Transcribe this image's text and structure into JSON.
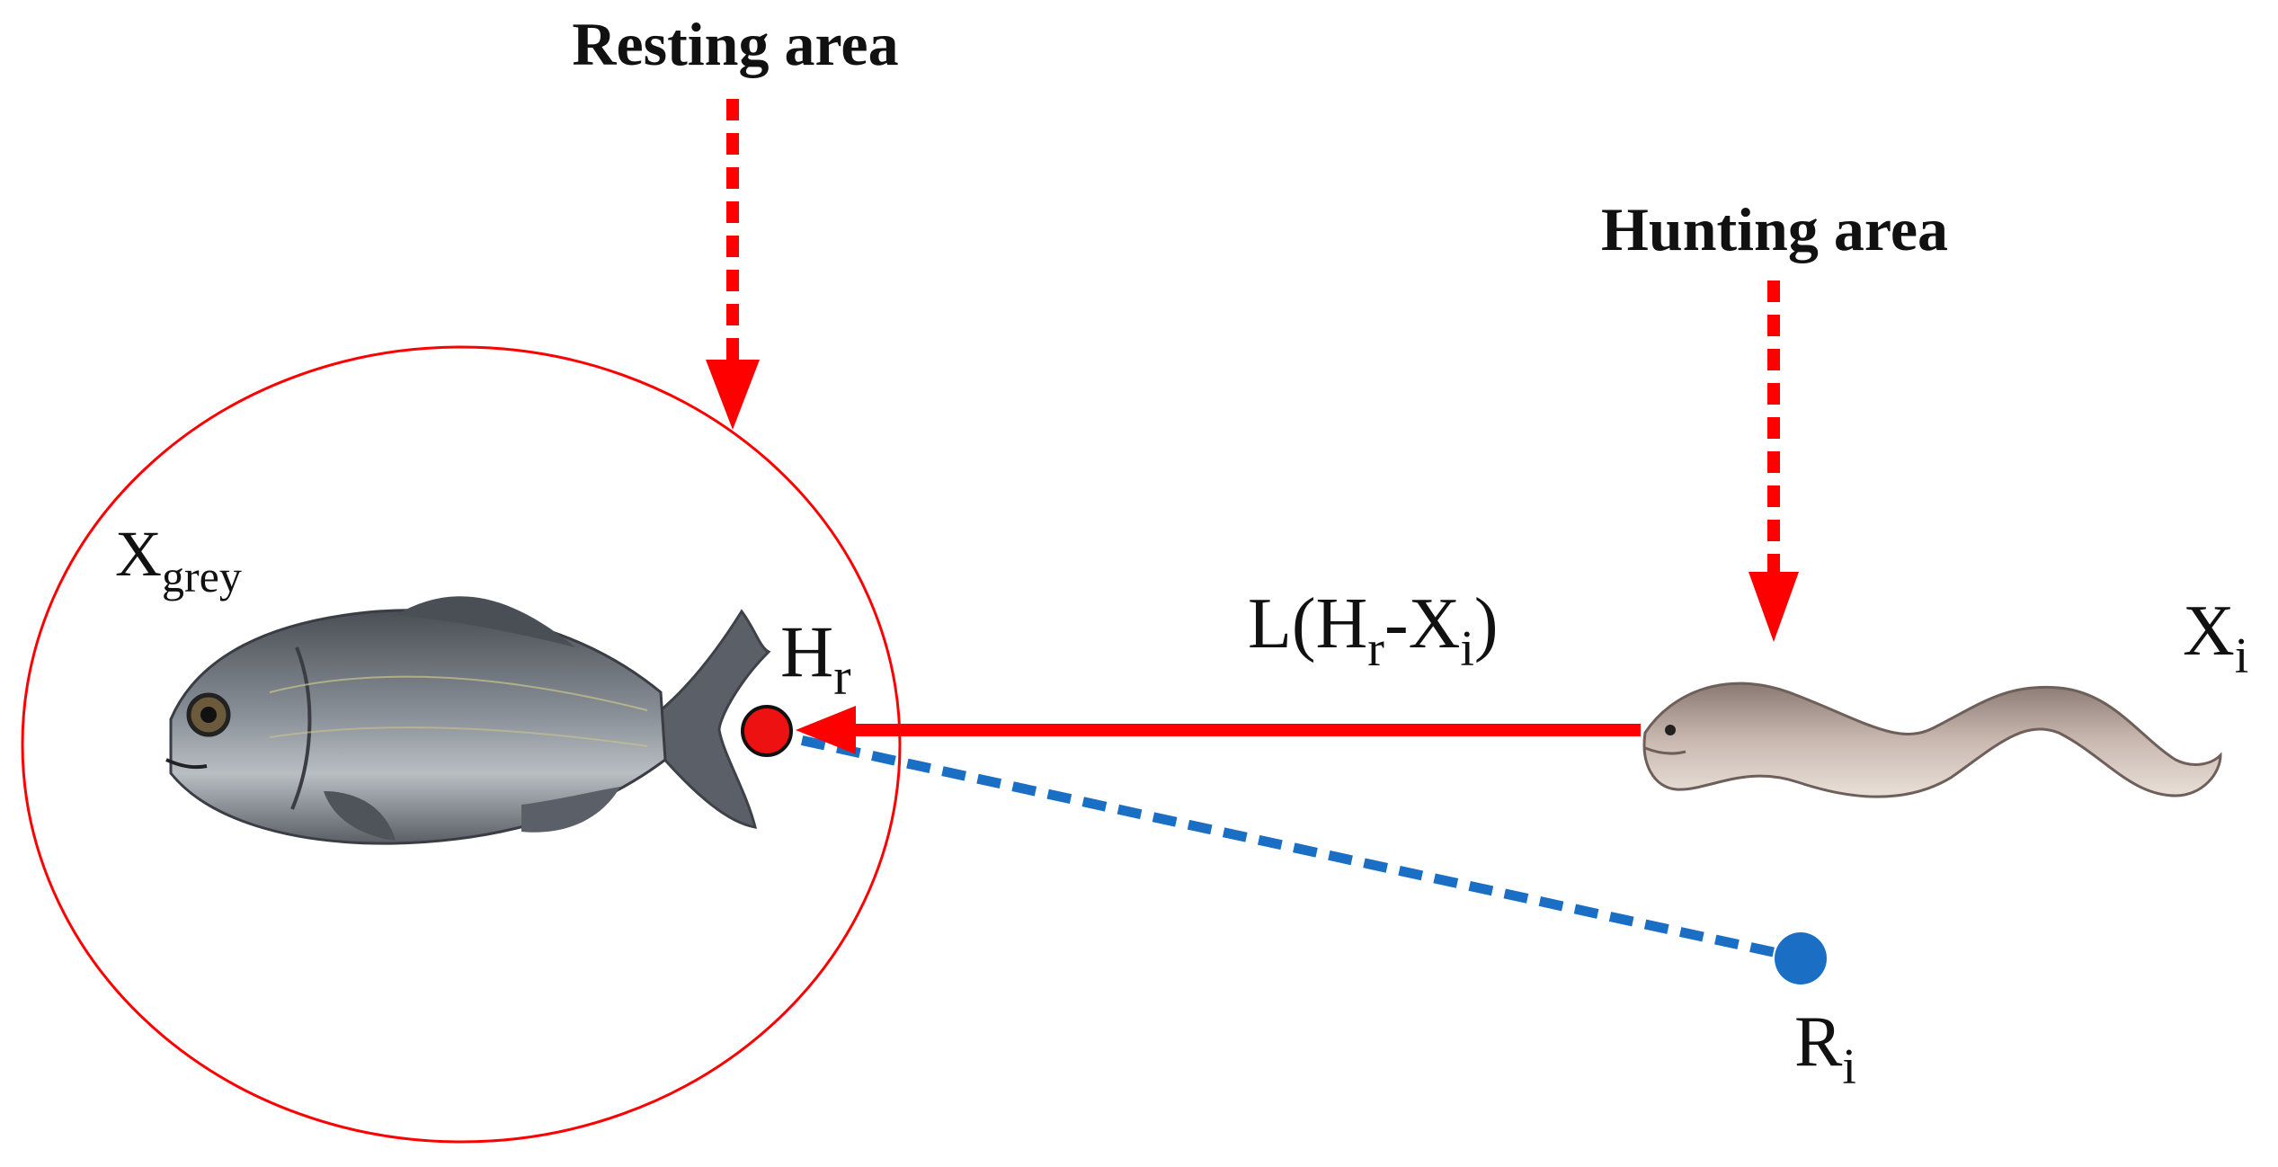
{
  "labels": {
    "resting_area": "Resting area",
    "hunting_area": "Hunting area",
    "x_grey_main": "X",
    "x_grey_sub": "grey",
    "h_r_main": "H",
    "h_r_sub": "r",
    "l_prefix": "L(H",
    "l_sub_r": "r",
    "l_mid": "-X",
    "l_sub_i": "i",
    "l_suffix": ")",
    "x_i_main": "X",
    "x_i_sub": "i",
    "r_i_main": "R",
    "r_i_sub": "i"
  },
  "colors": {
    "red": "#ff0000",
    "dark_red_fill": "#ee1111",
    "blue": "#1a6fc4",
    "text": "#111111"
  },
  "icons": {
    "fish": "grey-fish-icon",
    "eel": "eel-icon"
  }
}
